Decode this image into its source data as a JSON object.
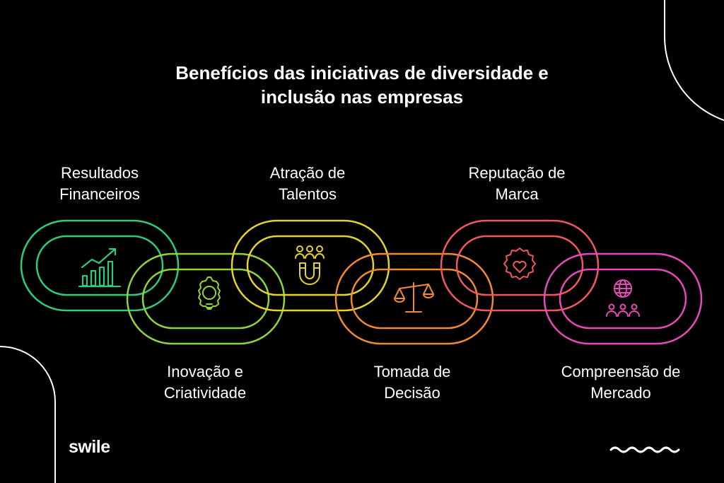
{
  "title": {
    "line1": "Benefícios das iniciativas de diversidade e",
    "line2": "inclusão nas empresas"
  },
  "links": [
    {
      "id": "resultados",
      "line1": "Resultados",
      "line2": "Financeiros",
      "color": "#2ecc7a",
      "icon": "bar-chart-growth-icon"
    },
    {
      "id": "inovacao",
      "line1": "Inovação e",
      "line2": "Criatividade",
      "color": "#8fd43c",
      "icon": "lightbulb-gear-icon"
    },
    {
      "id": "atracao",
      "line1": "Atração de",
      "line2": "Talentos",
      "color": "#e5d22b",
      "icon": "people-magnet-icon"
    },
    {
      "id": "tomada",
      "line1": "Tomada de",
      "line2": "Decisão",
      "color": "#f08a33",
      "icon": "balance-scale-icon"
    },
    {
      "id": "reputacao",
      "line1": "Reputação de",
      "line2": "Marca",
      "color": "#f0595c",
      "icon": "heart-badge-icon"
    },
    {
      "id": "compreensao",
      "line1": "Compreensão de",
      "line2": "Mercado",
      "color": "#e64ab8",
      "icon": "globe-people-icon"
    }
  ],
  "brand": {
    "logo_text": "swile"
  },
  "decor": {
    "squiggle_icon": "wave-squiggle-icon"
  }
}
